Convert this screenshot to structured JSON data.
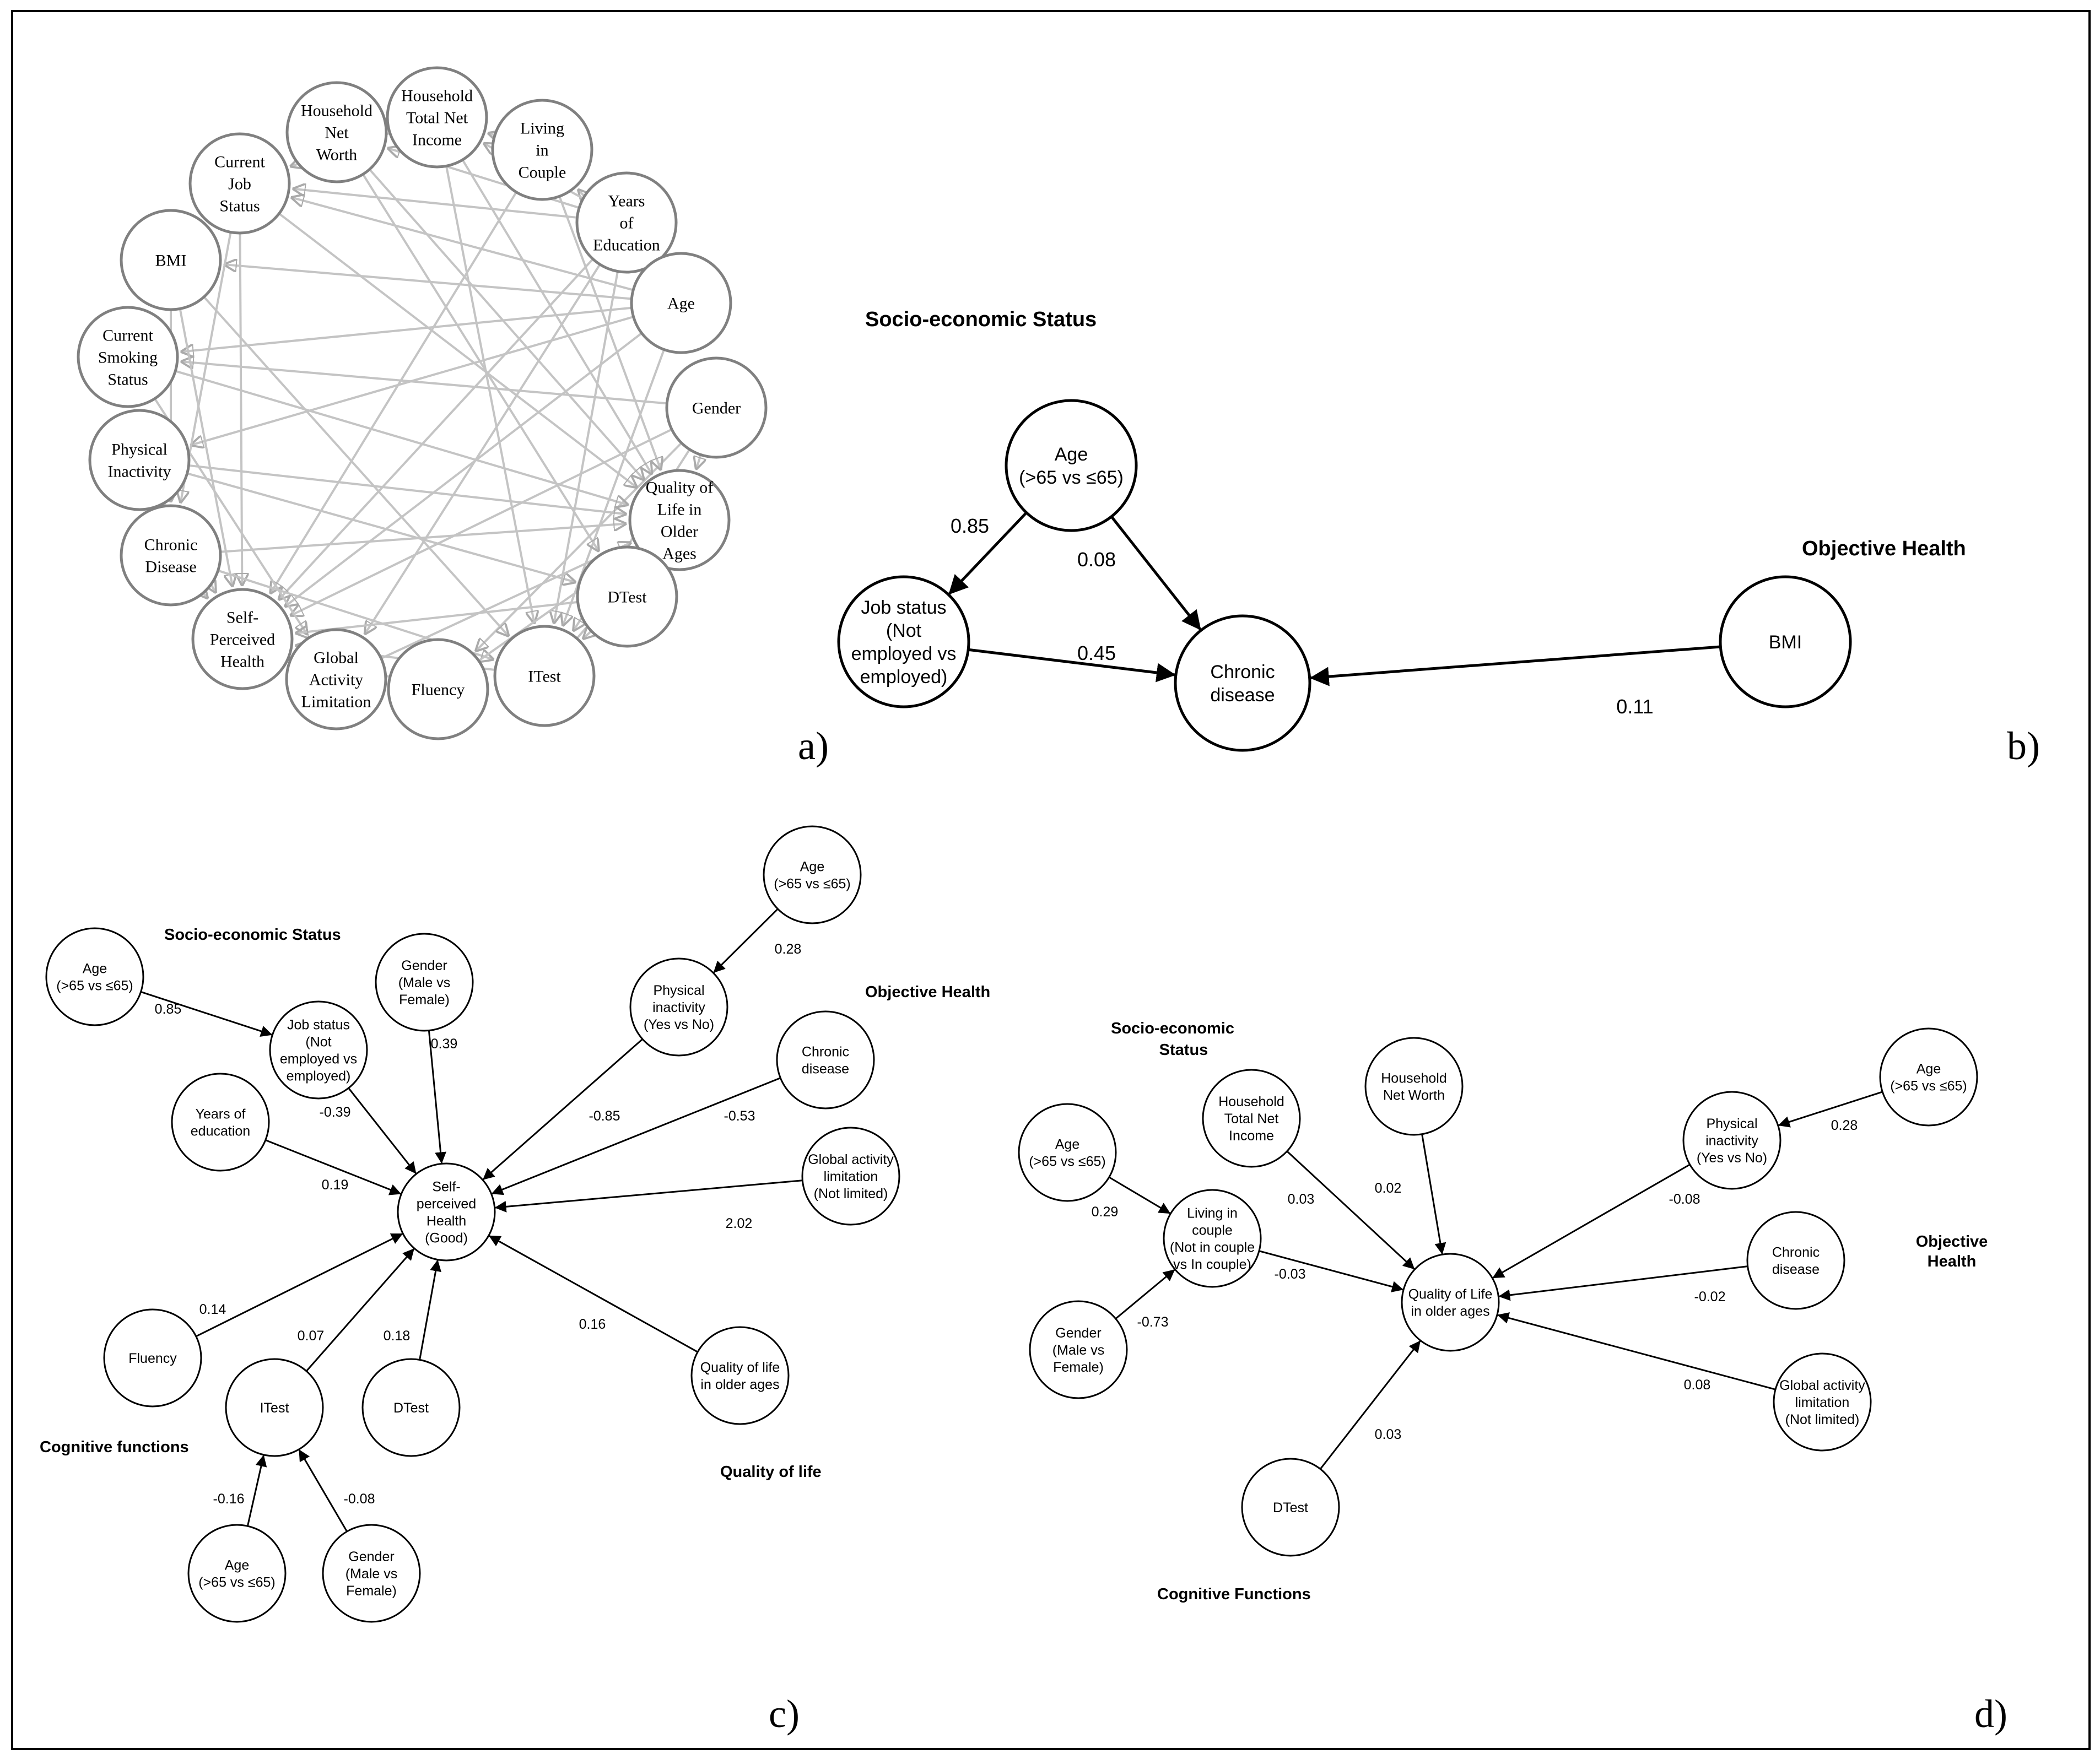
{
  "panel_labels": {
    "a": "a)",
    "b": "b)",
    "c": "c)",
    "d": "d)"
  },
  "panel_a": {
    "nodes": [
      {
        "id": "hnw",
        "lines": [
          "Household",
          "Net",
          "Worth"
        ]
      },
      {
        "id": "htni",
        "lines": [
          "Household",
          "Total Net",
          "Income"
        ]
      },
      {
        "id": "lic",
        "lines": [
          "Living",
          "in",
          "Couple"
        ]
      },
      {
        "id": "yoe",
        "lines": [
          "Years",
          "of",
          "Education"
        ]
      },
      {
        "id": "age",
        "lines": [
          "Age"
        ]
      },
      {
        "id": "gen",
        "lines": [
          "Gender"
        ]
      },
      {
        "id": "qol",
        "lines": [
          "Quality of",
          "Life in",
          "Older",
          "Ages"
        ]
      },
      {
        "id": "dt",
        "lines": [
          "DTest"
        ]
      },
      {
        "id": "it",
        "lines": [
          "ITest"
        ]
      },
      {
        "id": "flu",
        "lines": [
          "Fluency"
        ]
      },
      {
        "id": "gal",
        "lines": [
          "Global",
          "Activity",
          "Limitation"
        ]
      },
      {
        "id": "sph",
        "lines": [
          "Self-",
          "Perceived",
          "Health"
        ]
      },
      {
        "id": "cd",
        "lines": [
          "Chronic",
          "Disease"
        ]
      },
      {
        "id": "pi",
        "lines": [
          "Physical",
          "Inactivity"
        ]
      },
      {
        "id": "css",
        "lines": [
          "Current",
          "Smoking",
          "Status"
        ]
      },
      {
        "id": "bmi",
        "lines": [
          "BMI"
        ]
      },
      {
        "id": "cjs",
        "lines": [
          "Current",
          "Job",
          "Status"
        ]
      }
    ],
    "edges": [
      [
        "age",
        "cjs"
      ],
      [
        "age",
        "css"
      ],
      [
        "age",
        "pi"
      ],
      [
        "age",
        "sph"
      ],
      [
        "age",
        "it"
      ],
      [
        "age",
        "lic"
      ],
      [
        "age",
        "bmi"
      ],
      [
        "gen",
        "css"
      ],
      [
        "gen",
        "qol"
      ],
      [
        "gen",
        "sph"
      ],
      [
        "gen",
        "flu"
      ],
      [
        "gen",
        "it"
      ],
      [
        "yoe",
        "cjs"
      ],
      [
        "yoe",
        "hnw"
      ],
      [
        "yoe",
        "htni"
      ],
      [
        "yoe",
        "sph"
      ],
      [
        "yoe",
        "gal"
      ],
      [
        "yoe",
        "it"
      ],
      [
        "lic",
        "htni"
      ],
      [
        "lic",
        "qol"
      ],
      [
        "lic",
        "sph"
      ],
      [
        "htni",
        "qol"
      ],
      [
        "htni",
        "it"
      ],
      [
        "htni",
        "cjs"
      ],
      [
        "hnw",
        "qol"
      ],
      [
        "hnw",
        "dt"
      ],
      [
        "cjs",
        "cd"
      ],
      [
        "cjs",
        "sph"
      ],
      [
        "cjs",
        "qol"
      ],
      [
        "bmi",
        "cd"
      ],
      [
        "bmi",
        "sph"
      ],
      [
        "bmi",
        "it"
      ],
      [
        "css",
        "qol"
      ],
      [
        "css",
        "gal"
      ],
      [
        "pi",
        "sph"
      ],
      [
        "pi",
        "qol"
      ],
      [
        "pi",
        "dt"
      ],
      [
        "cd",
        "sph"
      ],
      [
        "cd",
        "qol"
      ],
      [
        "cd",
        "it"
      ],
      [
        "gal",
        "sph"
      ],
      [
        "gal",
        "qol"
      ],
      [
        "flu",
        "sph"
      ],
      [
        "flu",
        "qol"
      ],
      [
        "it",
        "sph"
      ],
      [
        "it",
        "qol"
      ],
      [
        "dt",
        "sph"
      ],
      [
        "dt",
        "qol"
      ],
      [
        "dt",
        "it"
      ]
    ]
  },
  "panel_b": {
    "headings": {
      "ses": "Socio-economic Status",
      "oh": "Objective Health"
    },
    "nodes": [
      {
        "id": "age",
        "lines": [
          "Age",
          "(>65 vs ≤65)"
        ]
      },
      {
        "id": "job",
        "lines": [
          "Job status",
          "(Not",
          "employed vs",
          "employed)"
        ]
      },
      {
        "id": "cd",
        "lines": [
          "Chronic",
          "disease"
        ]
      },
      {
        "id": "bmi",
        "lines": [
          "BMI"
        ]
      }
    ],
    "edges": [
      {
        "from": "age",
        "to": "job",
        "label": "0.85"
      },
      {
        "from": "age",
        "to": "cd",
        "label": "0.08"
      },
      {
        "from": "job",
        "to": "cd",
        "label": "0.45"
      },
      {
        "from": "bmi",
        "to": "cd",
        "label": "0.11"
      }
    ]
  },
  "panel_c": {
    "headings": {
      "ses": "Socio-economic Status",
      "oh": "Objective Health",
      "cog": "Cognitive functions",
      "qol": "Quality of life"
    },
    "nodes": [
      {
        "id": "sph",
        "lines": [
          "Self-",
          "perceived",
          "Health",
          "(Good)"
        ]
      },
      {
        "id": "age1",
        "lines": [
          "Age",
          "(>65 vs ≤65)"
        ]
      },
      {
        "id": "job",
        "lines": [
          "Job status",
          "(Not",
          "employed vs",
          "employed)"
        ]
      },
      {
        "id": "gen1",
        "lines": [
          "Gender",
          "(Male vs",
          "Female)"
        ]
      },
      {
        "id": "yoe",
        "lines": [
          "Years of",
          "education"
        ]
      },
      {
        "id": "age2",
        "lines": [
          "Age",
          "(>65 vs ≤65)"
        ]
      },
      {
        "id": "pi",
        "lines": [
          "Physical",
          "inactivity",
          "(Yes vs No)"
        ]
      },
      {
        "id": "cd",
        "lines": [
          "Chronic",
          "disease"
        ]
      },
      {
        "id": "gal",
        "lines": [
          "Global activity",
          "limitation",
          "(Not limited)"
        ]
      },
      {
        "id": "qol",
        "lines": [
          "Quality of life",
          "in older ages"
        ]
      },
      {
        "id": "flu",
        "lines": [
          "Fluency"
        ]
      },
      {
        "id": "it",
        "lines": [
          "ITest"
        ]
      },
      {
        "id": "dt",
        "lines": [
          "DTest"
        ]
      },
      {
        "id": "age3",
        "lines": [
          "Age",
          "(>65 vs ≤65)"
        ]
      },
      {
        "id": "gen2",
        "lines": [
          "Gender",
          "(Male vs",
          "Female)"
        ]
      }
    ],
    "edges": [
      {
        "from": "age1",
        "to": "job",
        "label": "0.85"
      },
      {
        "from": "job",
        "to": "sph",
        "label": "-0.39"
      },
      {
        "from": "gen1",
        "to": "sph",
        "label": "0.39"
      },
      {
        "from": "yoe",
        "to": "sph",
        "label": "0.19"
      },
      {
        "from": "age2",
        "to": "pi",
        "label": "0.28"
      },
      {
        "from": "pi",
        "to": "sph",
        "label": "-0.85"
      },
      {
        "from": "cd",
        "to": "sph",
        "label": "-0.53"
      },
      {
        "from": "gal",
        "to": "sph",
        "label": "2.02"
      },
      {
        "from": "qol",
        "to": "sph",
        "label": "0.16"
      },
      {
        "from": "flu",
        "to": "sph",
        "label": "0.14"
      },
      {
        "from": "it",
        "to": "sph",
        "label": "0.07"
      },
      {
        "from": "dt",
        "to": "sph",
        "label": "0.18"
      },
      {
        "from": "age3",
        "to": "it",
        "label": "-0.16"
      },
      {
        "from": "gen2",
        "to": "it",
        "label": "-0.08"
      }
    ]
  },
  "panel_d": {
    "headings": {
      "ses1": "Socio-economic",
      "ses2": "Status",
      "oh1": "Objective",
      "oh2": "Health",
      "cog": "Cognitive Functions"
    },
    "nodes": [
      {
        "id": "qol",
        "lines": [
          "Quality of Life",
          "in older ages"
        ]
      },
      {
        "id": "age1",
        "lines": [
          "Age",
          "(>65 vs ≤65)"
        ]
      },
      {
        "id": "lic",
        "lines": [
          "Living in",
          "couple",
          "(Not in couple",
          "vs In couple)"
        ]
      },
      {
        "id": "gen",
        "lines": [
          "Gender",
          "(Male vs",
          "Female)"
        ]
      },
      {
        "id": "htni",
        "lines": [
          "Household",
          "Total Net",
          "Income"
        ]
      },
      {
        "id": "hnw",
        "lines": [
          "Household",
          "Net Worth"
        ]
      },
      {
        "id": "age2",
        "lines": [
          "Age",
          "(>65 vs ≤65)"
        ]
      },
      {
        "id": "pi",
        "lines": [
          "Physical",
          "inactivity",
          "(Yes vs No)"
        ]
      },
      {
        "id": "cd",
        "lines": [
          "Chronic",
          "disease"
        ]
      },
      {
        "id": "gal",
        "lines": [
          "Global activity",
          "limitation",
          "(Not limited)"
        ]
      },
      {
        "id": "dt",
        "lines": [
          "DTest"
        ]
      }
    ],
    "edges": [
      {
        "from": "age1",
        "to": "lic",
        "label": "0.29"
      },
      {
        "from": "gen",
        "to": "lic",
        "label": "-0.73"
      },
      {
        "from": "lic",
        "to": "qol",
        "label": "-0.03"
      },
      {
        "from": "htni",
        "to": "qol",
        "label": "0.03"
      },
      {
        "from": "hnw",
        "to": "qol",
        "label": "0.02"
      },
      {
        "from": "age2",
        "to": "pi",
        "label": "0.28"
      },
      {
        "from": "pi",
        "to": "qol",
        "label": "-0.08"
      },
      {
        "from": "cd",
        "to": "qol",
        "label": "-0.02"
      },
      {
        "from": "gal",
        "to": "qol",
        "label": "0.08"
      },
      {
        "from": "dt",
        "to": "qol",
        "label": "0.03"
      }
    ]
  }
}
